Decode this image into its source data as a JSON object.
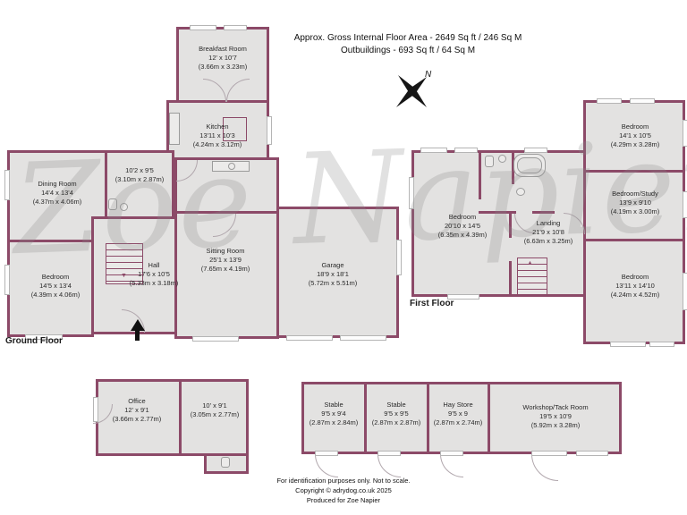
{
  "title": {
    "line1": "Approx. Gross Internal Floor Area - 2649 Sq ft / 246 Sq M",
    "line2": "Outbuildings - 693 Sq ft / 64 Sq M"
  },
  "compass": {
    "north_label": "N"
  },
  "floor_labels": {
    "ground": "Ground Floor",
    "first": "First Floor"
  },
  "rooms": {
    "breakfast": {
      "name": "Breakfast Room",
      "imperial": "12' x 10'7",
      "metric": "(3.66m x 3.23m)"
    },
    "kitchen": {
      "name": "Kitchen",
      "imperial": "13'11 x 10'3",
      "metric": "(4.24m x 3.12m)"
    },
    "utility": {
      "imperial": "10'2 x 9'5",
      "metric": "(3.10m x 2.87m)"
    },
    "dining": {
      "name": "Dining Room",
      "imperial": "14'4 x 13'4",
      "metric": "(4.37m x 4.06m)"
    },
    "bedroom_gf": {
      "name": "Bedroom",
      "imperial": "14'5 x 13'4",
      "metric": "(4.39m x 4.06m)"
    },
    "hall": {
      "name": "Hall",
      "imperial": "17'6 x 10'5",
      "metric": "(5.33m x 3.18m)"
    },
    "sitting": {
      "name": "Sitting Room",
      "imperial": "25'1 x 13'9",
      "metric": "(7.65m x 4.19m)"
    },
    "garage": {
      "name": "Garage",
      "imperial": "18'9 x 18'1",
      "metric": "(5.72m x 5.51m)"
    },
    "bedroom_ff_main": {
      "name": "Bedroom",
      "imperial": "20'10 x 14'5",
      "metric": "(6.35m x 4.39m)"
    },
    "landing": {
      "name": "Landing",
      "imperial": "21'9 x 10'8",
      "metric": "(6.63m x 3.25m)"
    },
    "bedroom_ff_top": {
      "name": "Bedroom",
      "imperial": "14'1 x 10'5",
      "metric": "(4.29m x 3.28m)"
    },
    "bedroom_study": {
      "name": "Bedroom/Study",
      "imperial": "13'9 x 9'10",
      "metric": "(4.19m x 3.00m)"
    },
    "bedroom_ff_bot": {
      "name": "Bedroom",
      "imperial": "13'11 x 14'10",
      "metric": "(4.24m x 4.52m)"
    },
    "office": {
      "name": "Office",
      "imperial": "12' x 9'1",
      "metric": "(3.66m x 2.77m)"
    },
    "store": {
      "imperial": "10' x 9'1",
      "metric": "(3.05m x 2.77m)"
    },
    "stable1": {
      "name": "Stable",
      "imperial": "9'5 x 9'4",
      "metric": "(2.87m x 2.84m)"
    },
    "stable2": {
      "name": "Stable",
      "imperial": "9'5 x 9'5",
      "metric": "(2.87m x 2.87m)"
    },
    "haystore": {
      "name": "Hay Store",
      "imperial": "9'5 x 9",
      "metric": "(2.87m x 2.74m)"
    },
    "workshop": {
      "name": "Workshop/Tack Room",
      "imperial": "19'5 x 10'9",
      "metric": "(5.92m x 3.28m)"
    }
  },
  "watermark_text": "Zoe Napier",
  "footer": {
    "line1": "For identification purposes only. Not to scale.",
    "line2": "Copyright © adrydog.co.uk 2025",
    "line3": "Produced for Zoe Napier"
  },
  "colors": {
    "wall": "#8c4a68",
    "room_fill": "#e3e2e1",
    "watermark_gray": "#8c8c8c"
  }
}
